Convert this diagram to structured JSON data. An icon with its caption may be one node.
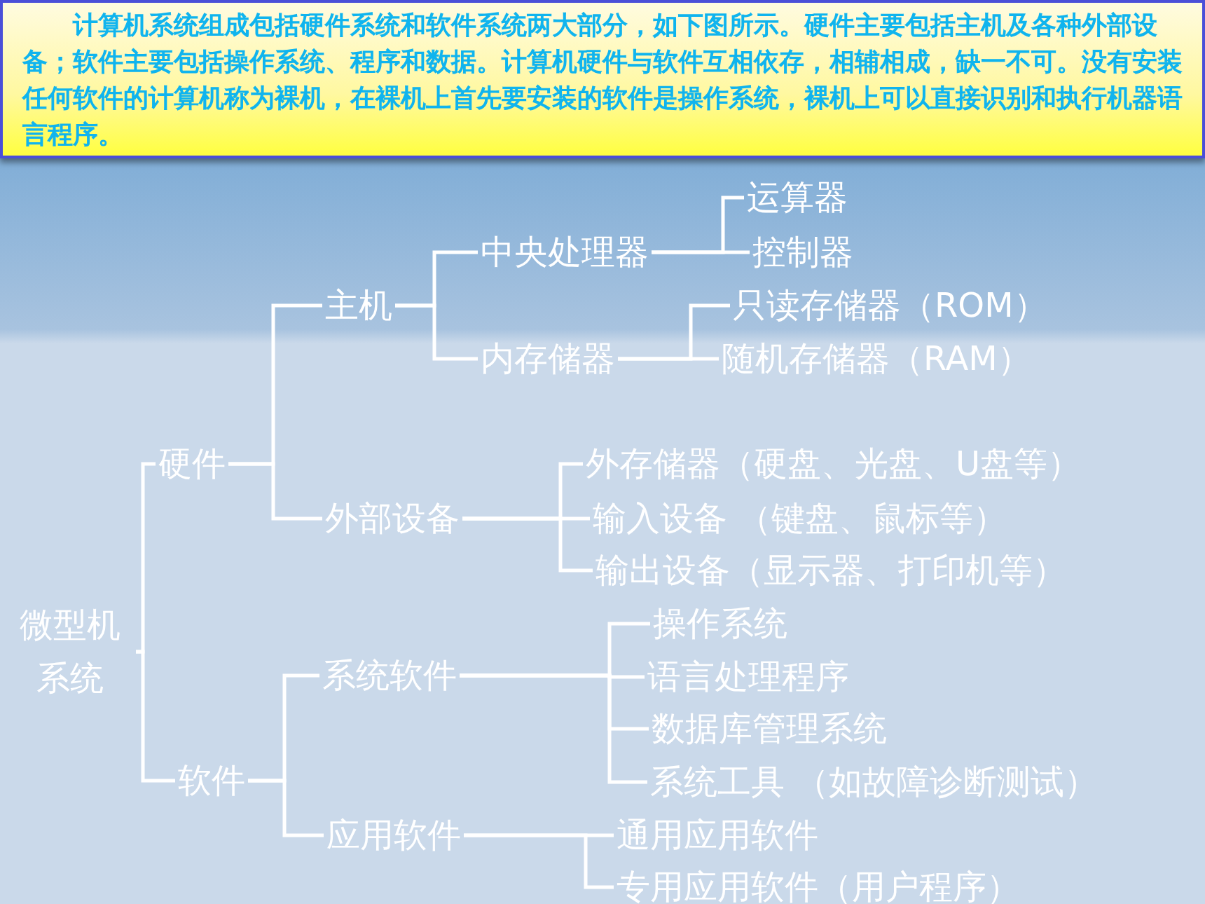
{
  "diagram": {
    "nodes": [
      {
        "text": [
          "计算机系统组成包括硬件系统和软件系统两大部分，如下图所示。硬件主要包括主机及各种外部设备；软件主要包括操作系统、程序和数据。计算机硬件与软件互相依存，相辅相成，缺一不可。没有安装任何软件的计算机称为裸机，在裸机上首先要安装的软件是操作系统，裸机上可以直接识别和执行机器语言程序。"
        ]
      },
      {
        "text": [
          "微型机系统"
        ]
      },
      {
        "text": [
          "硬件"
        ]
      },
      {
        "text": [
          "软件"
        ]
      },
      {
        "text": [
          "主机"
        ]
      },
      {
        "text": [
          "外部设备"
        ]
      },
      {
        "text": [
          "中央处理器"
        ]
      },
      {
        "text": [
          "内存储器"
        ]
      },
      {
        "text": [
          "运算器"
        ]
      },
      {
        "text": [
          "控制器"
        ]
      },
      {
        "text": [
          "只读存储器（ROM）"
        ]
      },
      {
        "text": [
          "随机存储器（RAM）"
        ]
      },
      {
        "text": [
          "外存储器（硬盘、光盘、U盘等）"
        ]
      },
      {
        "text": [
          "输入设备 （键盘、鼠标等）"
        ]
      },
      {
        "text": [
          "输出设备（显示器、打印机等）"
        ]
      },
      {
        "text": [
          "系统软件"
        ]
      },
      {
        "text": [
          "应用软件"
        ]
      },
      {
        "text": [
          "操作系统"
        ]
      },
      {
        "text": [
          "语言处理程序"
        ]
      },
      {
        "text": [
          "数据库管理系统"
        ]
      },
      {
        "text": [
          "系统工具 （如故障诊断测试）"
        ]
      },
      {
        "text": [
          "通用应用软件"
        ]
      },
      {
        "text": [
          "专用应用软件（用户程序）"
        ]
      }
    ],
    "edges": [
      {
        "from": 1,
        "to": 2,
        "arrow": "none"
      },
      {
        "from": 1,
        "to": 3,
        "arrow": "none"
      },
      {
        "from": 2,
        "to": 4,
        "arrow": "none"
      },
      {
        "from": 2,
        "to": 5,
        "arrow": "none"
      },
      {
        "from": 4,
        "to": 6,
        "arrow": "none"
      },
      {
        "from": 4,
        "to": 7,
        "arrow": "none"
      },
      {
        "from": 6,
        "to": 8,
        "arrow": "none"
      },
      {
        "from": 6,
        "to": 9,
        "arrow": "none"
      },
      {
        "from": 7,
        "to": 10,
        "arrow": "none"
      },
      {
        "from": 7,
        "to": 11,
        "arrow": "none"
      },
      {
        "from": 5,
        "to": 12,
        "arrow": "none"
      },
      {
        "from": 5,
        "to": 13,
        "arrow": "none"
      },
      {
        "from": 5,
        "to": 14,
        "arrow": "none"
      },
      {
        "from": 3,
        "to": 15,
        "arrow": "none"
      },
      {
        "from": 3,
        "to": 16,
        "arrow": "none"
      },
      {
        "from": 15,
        "to": 17,
        "arrow": "none"
      },
      {
        "from": 15,
        "to": 18,
        "arrow": "none"
      },
      {
        "from": 15,
        "to": 19,
        "arrow": "none"
      },
      {
        "from": 15,
        "to": 20,
        "arrow": "none"
      },
      {
        "from": 16,
        "to": 21,
        "arrow": "none"
      },
      {
        "from": 16,
        "to": 22,
        "arrow": "none"
      }
    ]
  }
}
